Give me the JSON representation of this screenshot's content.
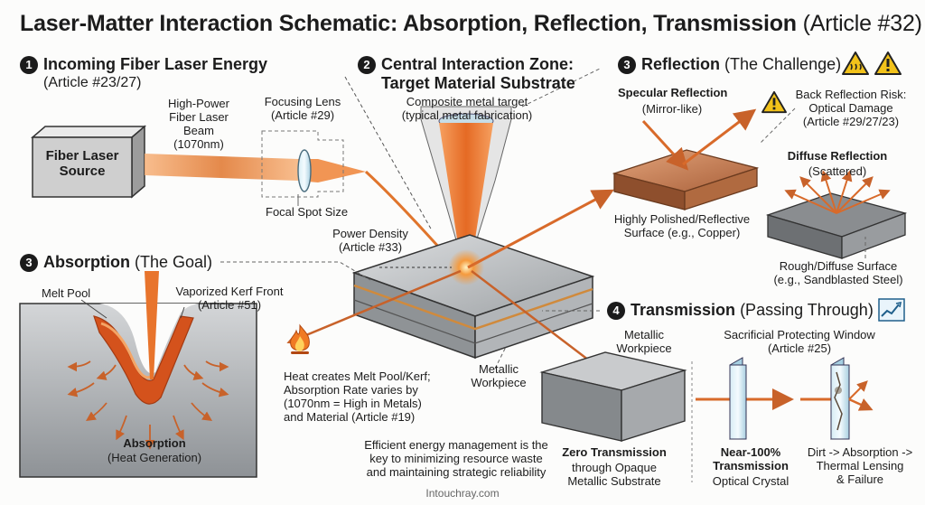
{
  "title": {
    "main": "Laser-Matter Interaction Schematic: Absorption, Reflection, Transmission",
    "article": "(Article #32)"
  },
  "source_section": {
    "number": "1",
    "heading": "Incoming Fiber Laser Energy",
    "article": "(Article #23/27)",
    "source_box": "Fiber Laser\nSource",
    "beam_label": "High-Power\nFiber Laser\nBeam\n(1070nm)",
    "lens_label": "Focusing Lens\n(Article #29)",
    "focal_label": "Focal Spot Size"
  },
  "interaction_section": {
    "number": "2",
    "heading": "Central Interaction Zone:\nTarget Material Substrate",
    "target_label": "Composite metal target\n(typical metal fabrication)",
    "power_label": "Power Density\n(Article #33)",
    "workpiece_label": "Metallic\nWorkpiece",
    "heat_note": "Heat creates Melt Pool/Kerf;\nAbsorption Rate varies by\n(1070nm = High in Metals)\nand Material (Article #19)",
    "footer_note": "Efficient energy management is the\nkey to minimizing resource waste\nand maintaining strategic reliability"
  },
  "reflection_section": {
    "number": "3",
    "heading": "Reflection",
    "qualifier": "(The Challenge)",
    "specular_title": "Specular Reflection",
    "specular_sub": "(Mirror-like)",
    "risk_label": "Back Reflection Risk:\nOptical Damage\n(Article #29/27/23)",
    "polished_label": "Highly Polished/Reflective\nSurface (e.g., Copper)",
    "diffuse_title": "Diffuse Reflection",
    "diffuse_sub": "(Scattered)",
    "rough_label": "Rough/Diffuse Surface\n(e.g., Sandblasted Steel)"
  },
  "absorption_section": {
    "number": "3",
    "heading": "Absorption",
    "qualifier": "(The Goal)",
    "melt_pool_label": "Melt Pool",
    "kerf_label": "Vaporized Kerf Front\n(Article #51)",
    "absorption_title": "Absorption",
    "absorption_sub": "(Heat Generation)"
  },
  "transmission_section": {
    "number": "4",
    "heading": "Transmission",
    "qualifier": "(Passing Through)",
    "workpiece_label": "Metallic\nWorkpiece",
    "window_label": "Sacrificial Protecting Window\n(Article #25)",
    "zero_title": "Zero Transmission",
    "zero_sub": "through Opaque\nMetallic Substrate",
    "near_title": "Near-100%\nTransmission",
    "near_sub": "Optical Crystal",
    "dirt_label": "Dirt -> Absorption ->\nThermal Lensing\n& Failure"
  },
  "watermark": "Intouchray.com",
  "colors": {
    "beam": "#e0752c",
    "beam_light": "#f4a566",
    "copper": "#c98055",
    "steel": "#a9acae",
    "melt": "#d4521c",
    "warning": "#f2c21a"
  },
  "icons": [
    "heat-warning-icon",
    "warning-icon",
    "flame-icon",
    "chart-icon"
  ]
}
